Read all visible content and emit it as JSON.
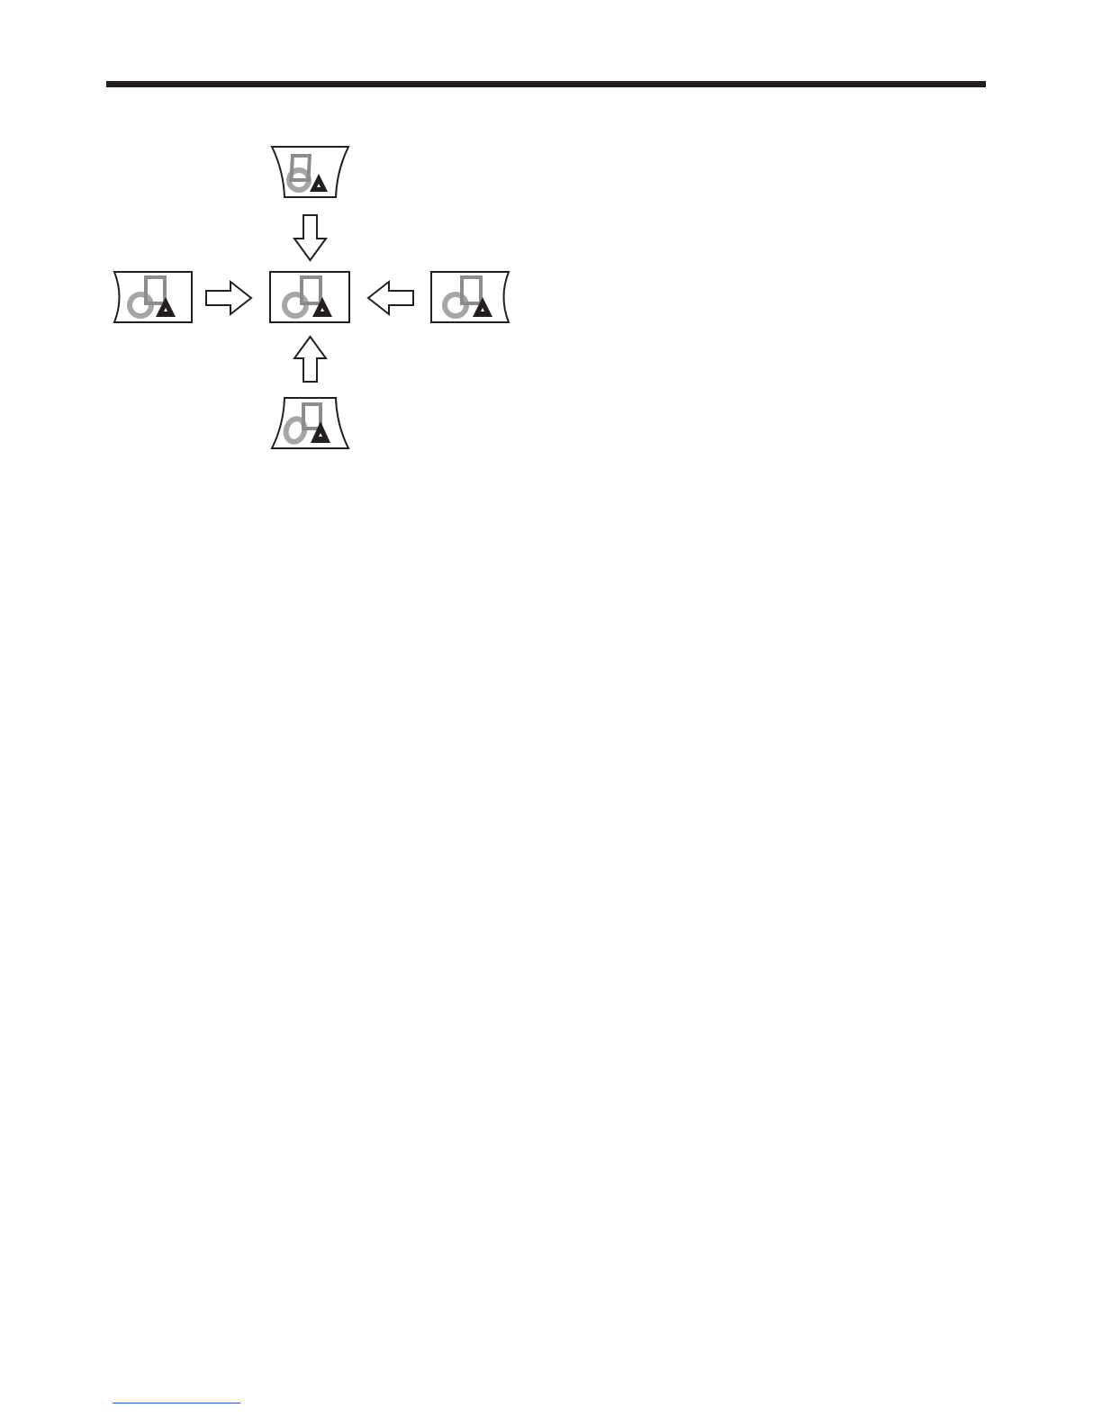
{
  "page": {
    "colors": {
      "rule": "#231f20",
      "outline": "#231f20",
      "shape_gray": "#a6a6a6",
      "square_gray": "#8c8c8c",
      "triangle": "#231f20",
      "link_line": "#1f5fbf"
    }
  },
  "diagram": {
    "panels": [
      {
        "id": "top",
        "distortion": "keystone-pinched-bottom"
      },
      {
        "id": "left",
        "distortion": "barrel-left"
      },
      {
        "id": "center",
        "distortion": "none"
      },
      {
        "id": "right",
        "distortion": "barrel-right"
      },
      {
        "id": "bottom",
        "distortion": "keystone-pinched-top"
      }
    ],
    "arrows": [
      {
        "from": "top",
        "to": "center",
        "direction": "down"
      },
      {
        "from": "left",
        "to": "center",
        "direction": "right"
      },
      {
        "from": "right",
        "to": "center",
        "direction": "left"
      },
      {
        "from": "bottom",
        "to": "center",
        "direction": "up"
      }
    ]
  }
}
